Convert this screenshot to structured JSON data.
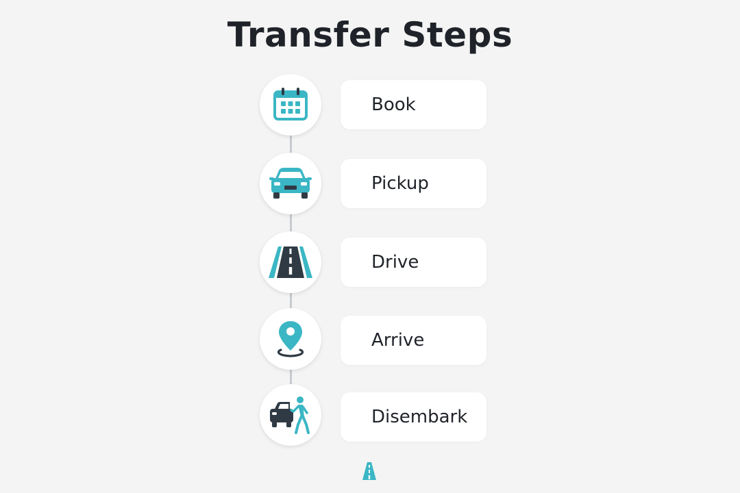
{
  "title": "Transfer Steps",
  "steps": [
    {
      "label": "Book",
      "icon": "calendar-icon"
    },
    {
      "label": "Pickup",
      "icon": "car-icon"
    },
    {
      "label": "Drive",
      "icon": "road-icon"
    },
    {
      "label": "Arrive",
      "icon": "location-pin-icon"
    },
    {
      "label": "Disembark",
      "icon": "person-exiting-car-icon"
    }
  ],
  "colors": {
    "accent": "#3bb6c4",
    "dark": "#2f3a44",
    "text": "#1f2329",
    "background": "#f4f4f4",
    "connector": "#c6cbcf"
  },
  "logo_icon": "road-logo-icon"
}
